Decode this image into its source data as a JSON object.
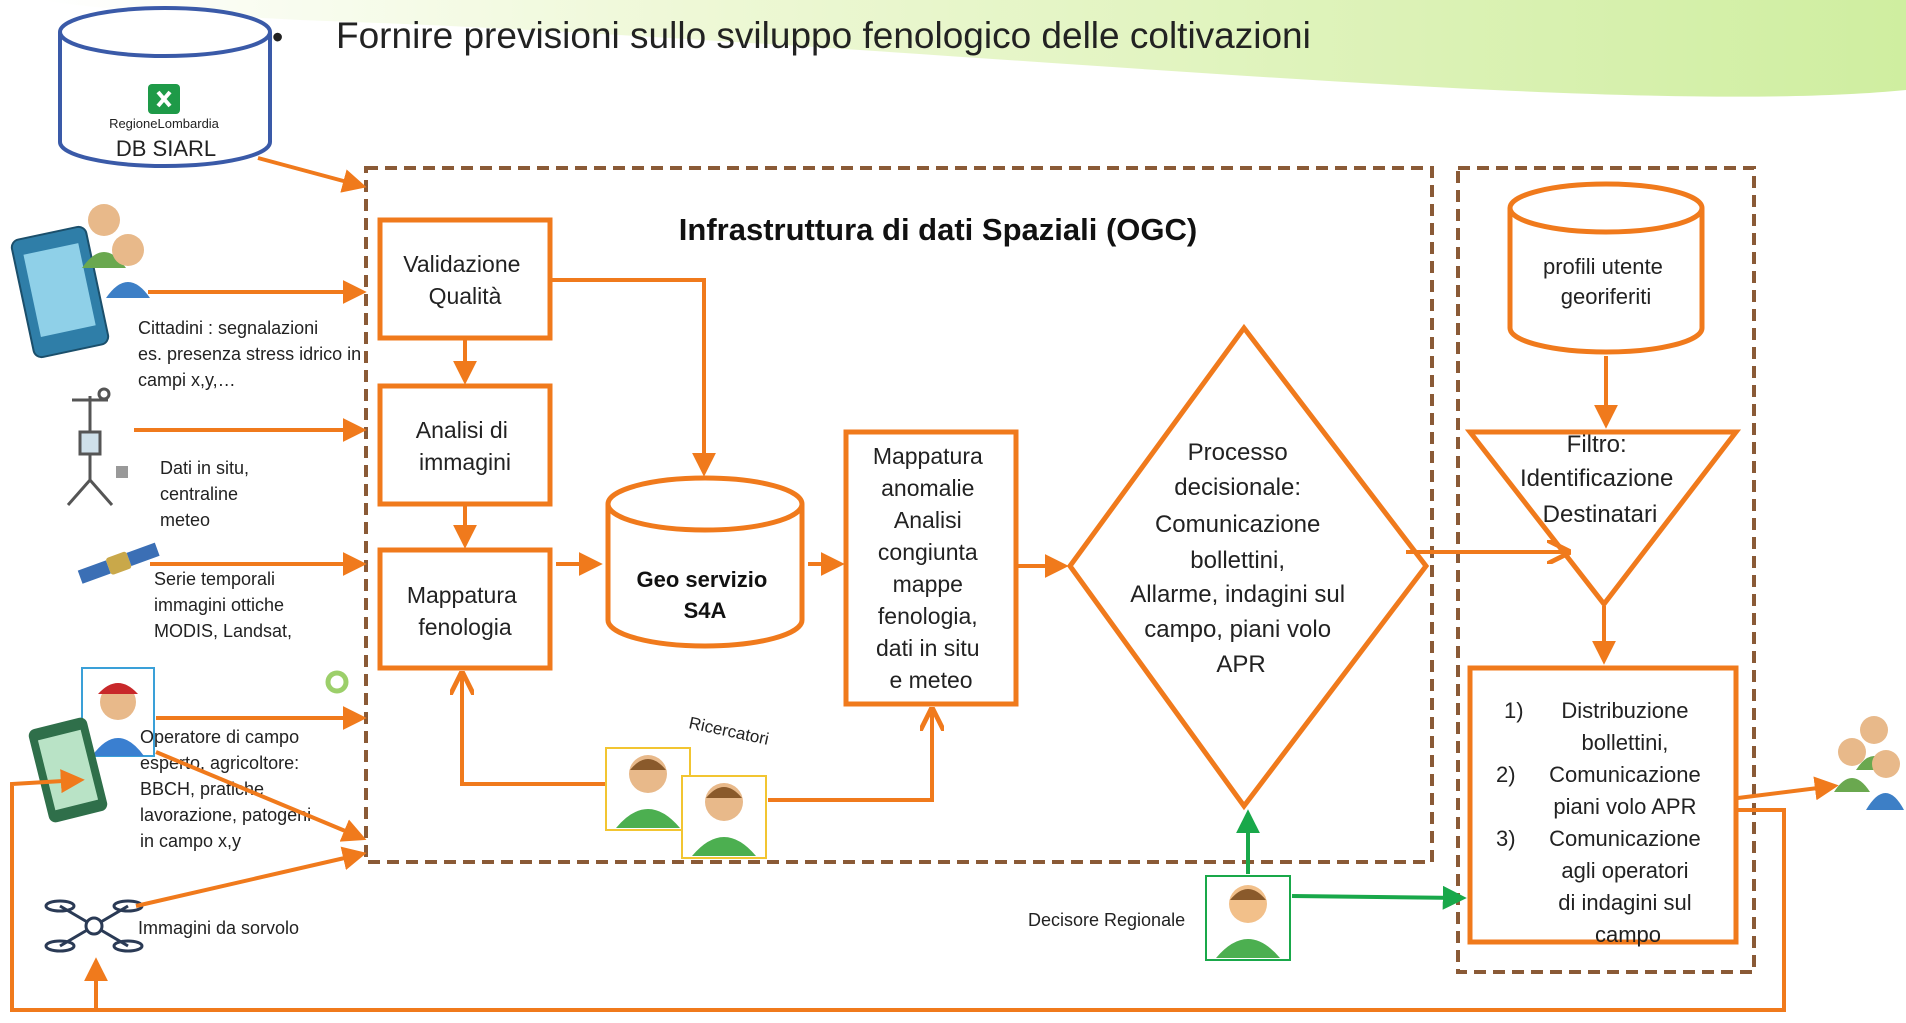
{
  "header": {
    "bullet": "•",
    "title": "Fornire previsioni sullo sviluppo fenologico delle coltivazioni"
  },
  "db_siarl": {
    "logo_text": "RegioneLombardia",
    "label": "DB SIARL"
  },
  "infrastructure": {
    "title": "Infrastruttura di dati Spaziali  (OGC)"
  },
  "sources": {
    "cittadini": [
      "Cittadini : segnalazioni",
      "es. presenza stress idrico in",
      "campi x,y,…"
    ],
    "in_situ": [
      "Dati in situ,",
      "centraline",
      "meteo"
    ],
    "satellite": [
      "Serie temporali",
      "immagini ottiche",
      "MODIS, Landsat,"
    ],
    "operatore": [
      "Operatore di campo",
      "esperto, agricoltore:",
      "BBCH, pratiche",
      "lavorazione, patogeni",
      "in campo x,y"
    ],
    "drone": "Immagini da sorvolo"
  },
  "boxes": {
    "validazione": [
      "Validazione",
      "Qualità"
    ],
    "analisi": [
      "Analisi di",
      "immagini"
    ],
    "mappatura_fen": [
      "Mappatura",
      "fenologia"
    ],
    "geo_servizio": [
      "Geo  servizio",
      "S4A"
    ],
    "mappatura_anom": [
      "Mappatura",
      "anomalie",
      "Analisi",
      "congiunta",
      "mappe",
      "fenologia,",
      "dati in situ",
      "e meteo"
    ],
    "processo": [
      "Processo",
      "decisionale:",
      "Comunicazione",
      "bollettini,",
      "Allarme, indagini sul",
      "campo, piani volo",
      "APR"
    ],
    "profili": [
      "profili utente",
      "georiferiti"
    ],
    "filtro": [
      "Filtro:",
      "Identificazione",
      "Destinatari"
    ],
    "distribuzione": {
      "nums": [
        "1)",
        "2)",
        "3)"
      ],
      "lines": [
        "Distribuzione",
        "bollettini,",
        "Comunicazione",
        "piani volo APR",
        "Comunicazione",
        "agli operatori",
        "di indagini sul",
        "campo"
      ]
    }
  },
  "actors": {
    "ricercatori": "Ricercatori",
    "decisore": "Decisore Regionale"
  },
  "colors": {
    "orange": "#f07a1c",
    "green": "#19a84a",
    "dashed_border": "#8a5a36",
    "banner": "#d9f0a8"
  }
}
